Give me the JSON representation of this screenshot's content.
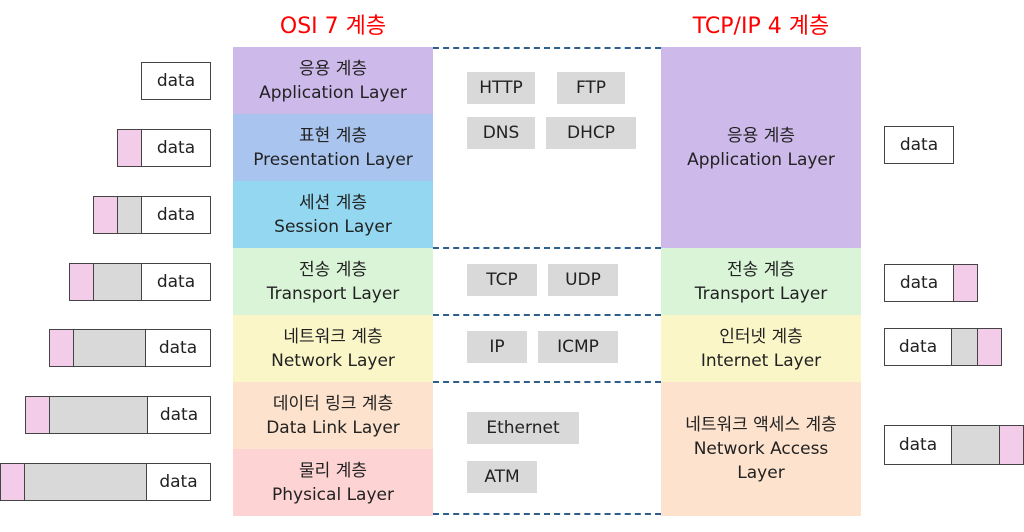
{
  "osi": {
    "title": "OSI 7 계층",
    "layers": [
      {
        "ko": "응용 계층",
        "en": "Application Layer",
        "color": "#cdb9ea"
      },
      {
        "ko": "표현 계층",
        "en": "Presentation Layer",
        "color": "#a9c4ee"
      },
      {
        "ko": "세션 계층",
        "en": "Session Layer",
        "color": "#93d8f0"
      },
      {
        "ko": "전송 계층",
        "en": "Transport Layer",
        "color": "#d9f4d6"
      },
      {
        "ko": "네트워크 계층",
        "en": "Network Layer",
        "color": "#fbf6c8"
      },
      {
        "ko": "데이터 링크 계층",
        "en": "Data Link Layer",
        "color": "#fde2cd"
      },
      {
        "ko": "물리 계층",
        "en": "Physical Layer",
        "color": "#fdd3d3"
      }
    ]
  },
  "tcpip": {
    "title": "TCP/IP 4 계층",
    "layers": [
      {
        "ko": "응용 계층",
        "en": "Application Layer",
        "color": "#cdb9ea"
      },
      {
        "ko": "전송 계층",
        "en": "Transport Layer",
        "color": "#d9f4d6"
      },
      {
        "ko": "인터넷 계층",
        "en": "Internet Layer",
        "color": "#fbf6c8"
      },
      {
        "ko": "네트워크 액세스 계층",
        "en": "Network Access Layer",
        "color": "#fde2cd"
      }
    ]
  },
  "protocols": {
    "application": [
      "HTTP",
      "FTP",
      "DNS",
      "DHCP"
    ],
    "transport": [
      "TCP",
      "UDP"
    ],
    "internet": [
      "IP",
      "ICMP"
    ],
    "network_access": [
      "Ethernet",
      "ATM"
    ]
  },
  "packets": {
    "label": "data",
    "header_color": "#f2cce8",
    "gray_color": "#d9d9d9"
  }
}
